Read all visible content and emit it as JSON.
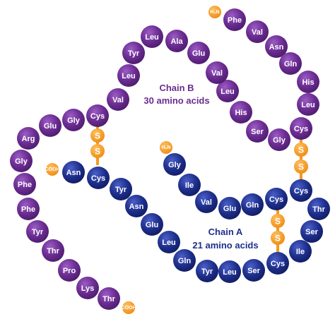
{
  "chain_b": {
    "title": "Chain B",
    "subtitle": "30 amino acids",
    "color": "#6a2c91",
    "n_terminus": "H₂N",
    "c_terminus": "COOH",
    "residues": [
      "Phe",
      "Val",
      "Asn",
      "Gln",
      "His",
      "Leu",
      "Cys",
      "Gly",
      "Ser",
      "His",
      "Leu",
      "Val",
      "Glu",
      "Ala",
      "Leu",
      "Tyr",
      "Leu",
      "Val",
      "Cys",
      "Gly",
      "Glu",
      "Arg",
      "Gly",
      "Phe",
      "Phe",
      "Tyr",
      "Thr",
      "Pro",
      "Lys",
      "Thr"
    ]
  },
  "chain_a": {
    "title": "Chain A",
    "subtitle": "21 amino acids",
    "color": "#1e2f8c",
    "n_terminus": "H₂N",
    "c_terminus": "COOH",
    "residues": [
      "Gly",
      "Ile",
      "Val",
      "Glu",
      "Gln",
      "Cys",
      "Cys",
      "Thr",
      "Ser",
      "Ile",
      "Cys",
      "Ser",
      "Leu",
      "Tyr",
      "Gln",
      "Leu",
      "Glu",
      "Asn",
      "Tyr",
      "Cys",
      "Asn"
    ]
  },
  "disulfide": {
    "label": "S",
    "color": "#f39a1e"
  }
}
